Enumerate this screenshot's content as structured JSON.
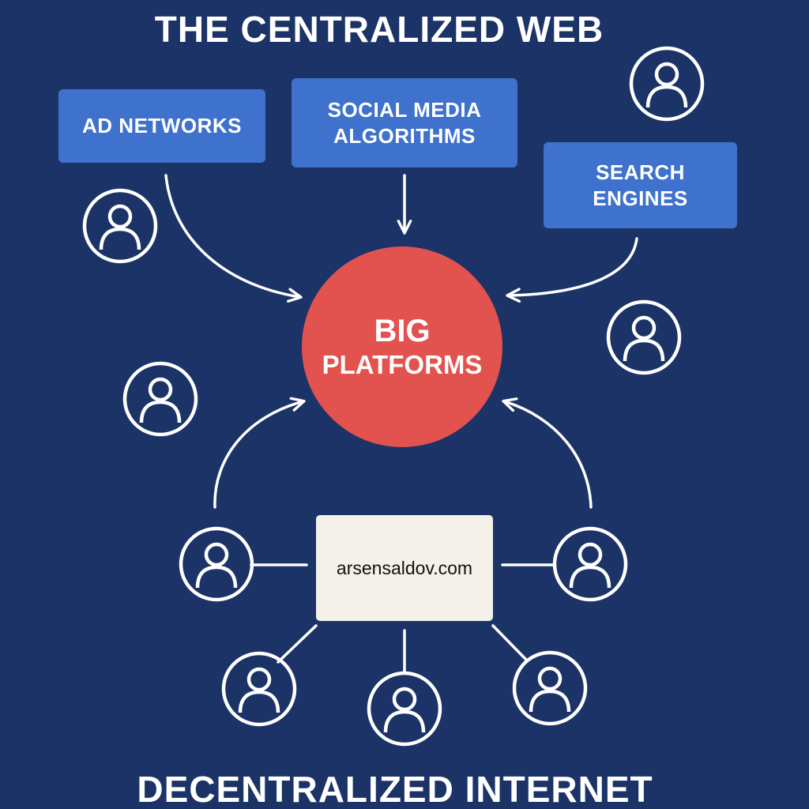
{
  "titles": {
    "top": "THE CENTRALIZED WEB",
    "bottom": "DECENTRALIZED INTERNET"
  },
  "sources": {
    "ad_networks": "AD NETWORKS",
    "social_media": "SOCIAL MEDIA\nALGORITHMS",
    "search_engines": "SEARCH\nENGINES"
  },
  "hub": {
    "line1": "BIG",
    "line2": "PLATFORMS"
  },
  "site": {
    "label": "arsensaldov.com"
  },
  "colors": {
    "background": "#1b3366",
    "source_box": "#3f72cc",
    "hub": "#e2524f",
    "site_box": "#f4f1ea",
    "lines": "#ffffff"
  },
  "icons": {
    "user": "user-circle-icon",
    "arrow": "arrow-head"
  }
}
